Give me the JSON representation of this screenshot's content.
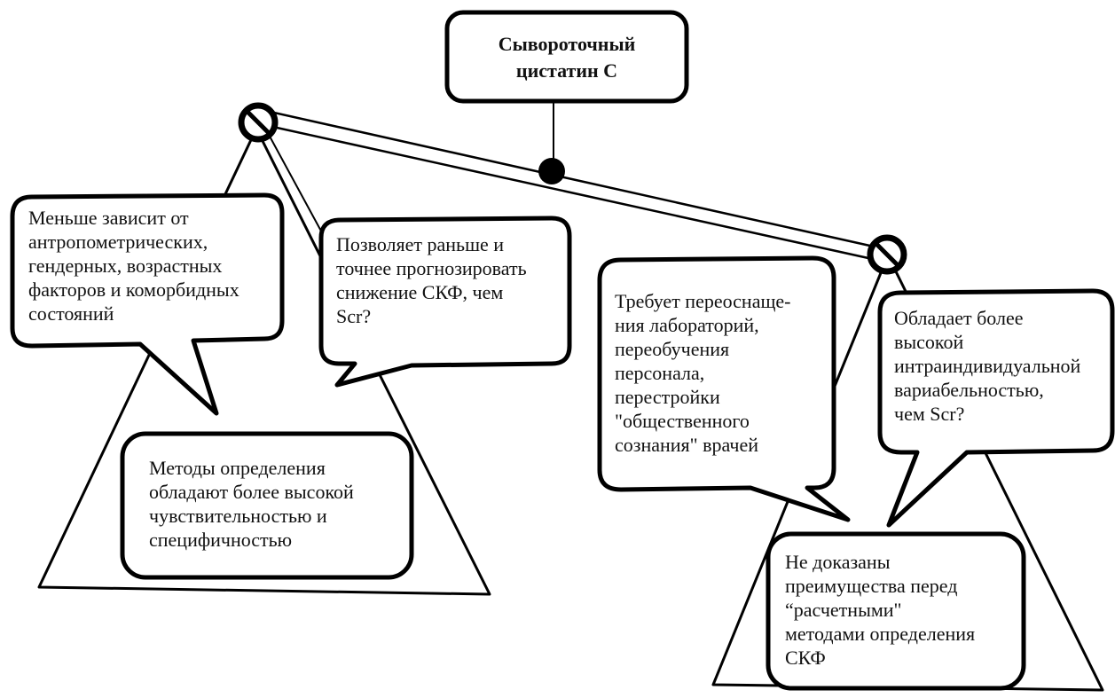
{
  "title": "Сывороточный\nцистатин С",
  "left": {
    "bubble_1": "Меньше зависит от\nантропометрических,\nгендерных, возрастных\nфакторов и коморбидных\nсостояний",
    "bubble_2": "Позволяет раньше и\nточнее прогнозировать\nснижение СКФ, чем\nScr?",
    "box": "Методы определения\nобладают более высокой\nчувствительностью и\nспецифичностью"
  },
  "right": {
    "bubble_1": "Требует переоснаще-\nния лабораторий,\nпереобучения\nперсонала,\nперестройки\n\"общественного\nсознания\" врачей",
    "bubble_2": "Обладает более\nвысокой\nинтраиндивидуальной\nвариабельностью,\nчем Scr?",
    "box": "Не доказаны\nпреимущества перед\n“расчетными\"\nметодами определения\nСКФ"
  }
}
